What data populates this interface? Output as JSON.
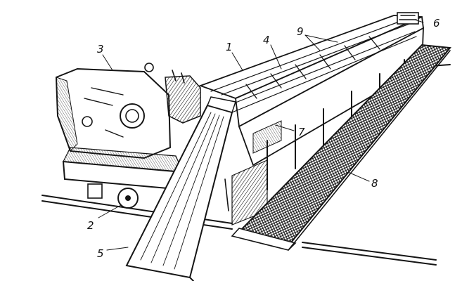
{
  "figure": {
    "ink_color": "#151515",
    "paper_color": "#ffffff",
    "callouts": [
      {
        "id": "1",
        "text": "1"
      },
      {
        "id": "2",
        "text": "2"
      },
      {
        "id": "3",
        "text": "3"
      },
      {
        "id": "4",
        "text": "4"
      },
      {
        "id": "5",
        "text": "5"
      },
      {
        "id": "6",
        "text": "6"
      },
      {
        "id": "7",
        "text": "7"
      },
      {
        "id": "8",
        "text": "8"
      },
      {
        "id": "9",
        "text": "9"
      }
    ]
  }
}
